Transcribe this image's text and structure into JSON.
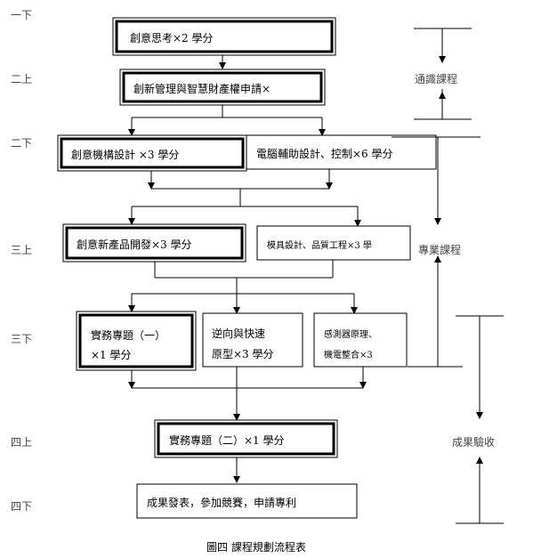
{
  "semesters": [
    "一下",
    "二上",
    "二下",
    "三上",
    "三下",
    "四上",
    "四下"
  ],
  "boxes": {
    "creative_thinking": "創意思考×2 學分",
    "innovation_ip": "創新管理與智慧財產權申請×",
    "mechanism_design": "創意機構設計  ×3 學分",
    "cad_control": "電腦輔助設計、控制×6 學分",
    "product_dev": "創意新產品開發×3 學分",
    "mold_quality": "模具設計、品質工程×3 學",
    "practice_1_line1": "實務專題（一）",
    "practice_1_line2": "×1 學分",
    "reverse_line1": "逆向與快速",
    "reverse_line2": "原型×3 學分",
    "sensor_line1": "感測器原理、",
    "sensor_line2": "機電整合×3",
    "practice_2": "實務專題（二）×1 學分",
    "results": "成果發表，參加競賽，申請專利"
  },
  "side_labels": {
    "general": "通識課程",
    "professional": "專業課程",
    "acceptance": "成果驗收"
  },
  "caption": "圖四  課程規劃流程表"
}
